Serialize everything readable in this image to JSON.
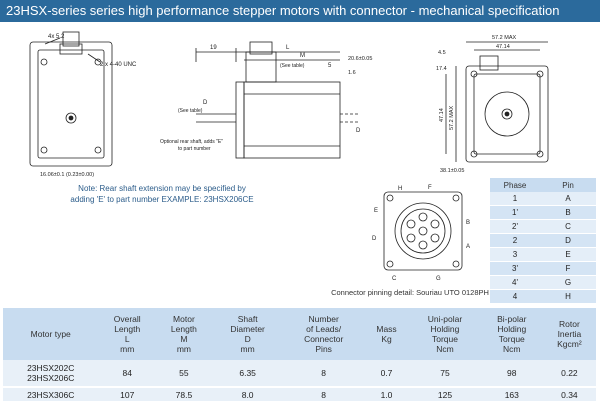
{
  "title": "23HSX-series series high performance stepper motors with connector - mechanical specification",
  "drawing_labels": {
    "front": {
      "screw_label": "4x  5.2",
      "unc_label": "2 x 4-40 UNC",
      "bottom_label": "16.06±0.1   (0.23±0.00)"
    },
    "side": {
      "dim_19": "19",
      "dim_L": "L",
      "dim_M": "M",
      "see_table": "(See table)",
      "dim_5": "5",
      "dim_flange": "20.6±0.05",
      "dim_1_6": "1.6",
      "d_shaft": "D",
      "see_table_2": "(See table)",
      "d_rear": "D",
      "rear_note_1": "Optional rear shaft, adds \"E\"",
      "rear_note_2": "to part number"
    },
    "back": {
      "dim_57": "57.2 MAX",
      "dim_47": "47.14",
      "dim_4_5": "4.5",
      "dim_17_4": "17.4",
      "dim_47v": "47.14",
      "dim_57v": "57.2 MAX",
      "dim_38": "38.1±0.05"
    }
  },
  "note": {
    "line1": "Note: Rear shaft extension may be specified by",
    "line2": "adding 'E' to part number EXAMPLE: 23HSX206CE"
  },
  "connector": {
    "pins": [
      "A",
      "B",
      "C",
      "D",
      "E",
      "F",
      "G",
      "H"
    ],
    "caption": "Connector pinning detail: Souriau UTO 0128PH"
  },
  "phase_table": {
    "headers": [
      "Phase",
      "Pin"
    ],
    "rows": [
      [
        "1",
        "A"
      ],
      [
        "1'",
        "B"
      ],
      [
        "2'",
        "C"
      ],
      [
        "2",
        "D"
      ],
      [
        "3",
        "E"
      ],
      [
        "3'",
        "F"
      ],
      [
        "4'",
        "G"
      ],
      [
        "4",
        "H"
      ]
    ]
  },
  "spec_table": {
    "headers": [
      [
        "Motor type"
      ],
      [
        "Overall",
        "Length",
        "L",
        "mm"
      ],
      [
        "Motor",
        "Length",
        "M",
        "mm"
      ],
      [
        "Shaft",
        "Diameter",
        "D",
        "mm"
      ],
      [
        "Number",
        "of Leads/",
        "Connector",
        "Pins"
      ],
      [
        "Mass",
        "Kg"
      ],
      [
        "Uni-polar",
        "Holding",
        "Torque",
        "Ncm"
      ],
      [
        "Bi-polar",
        "Holding",
        "Torque",
        "Ncm"
      ],
      [
        "Rotor",
        "Inertia",
        "Kgcm²"
      ]
    ],
    "rows": [
      [
        "23HSX202C\n23HSX206C",
        "84",
        "55",
        "6.35",
        "8",
        "0.7",
        "75",
        "98",
        "0.22"
      ],
      [
        "23HSX306C",
        "107",
        "78.5",
        "8.0",
        "8",
        "1.0",
        "125",
        "163",
        "0.34"
      ]
    ]
  },
  "colors": {
    "title_bg": "#2b6a9c",
    "header_bg": "#c8dcf0",
    "row_bg": "#e8f0f8"
  }
}
